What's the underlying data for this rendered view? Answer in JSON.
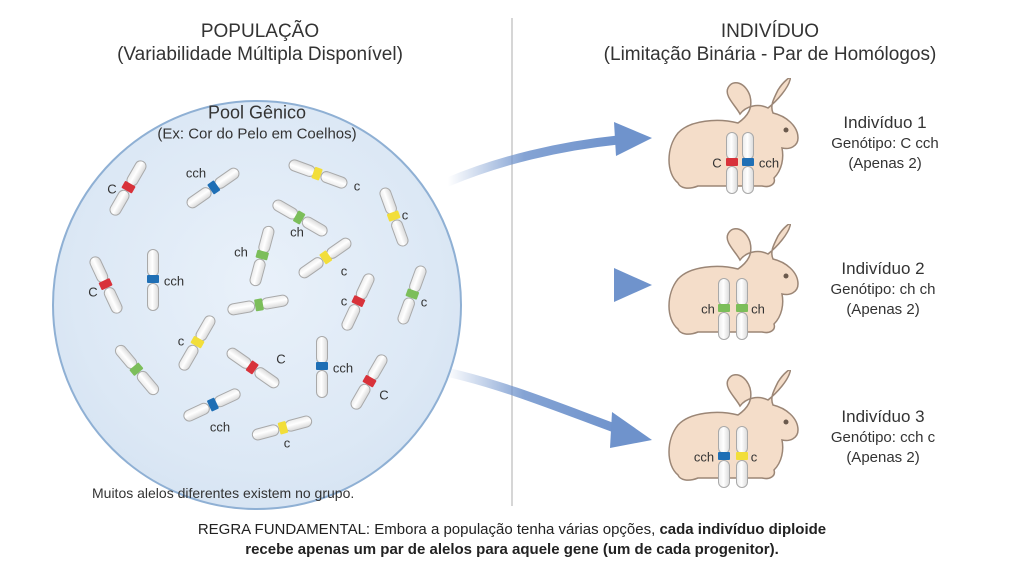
{
  "left_header": {
    "title": "POPULAÇÃO",
    "subtitle": "(Variabilidade Múltipla Disponível)"
  },
  "right_header": {
    "title": "INDIVÍDUO",
    "subtitle": "(Limitação Binária - Par de Homólogos)"
  },
  "pool": {
    "title": "Pool Gênico",
    "subtitle": "(Ex: Cor do Pelo em Coelhos)",
    "note": "Muitos alelos diferentes existem no grupo."
  },
  "colors": {
    "C": "#d8323a",
    "cch": "#1f6fb5",
    "ch": "#7cbe5a",
    "c": "#f2de3a",
    "rabbit_fill": "#f4ddc9",
    "rabbit_stroke": "#9b8676",
    "circle_stroke": "#8fb0d4",
    "arrow": "#6f93cc"
  },
  "pool_chromosomes": [
    {
      "allele": "C",
      "label": "C"
    },
    {
      "allele": "cch",
      "label": "cch"
    },
    {
      "allele": "c",
      "label": "c"
    },
    {
      "allele": "c",
      "label": "c"
    },
    {
      "allele": "ch",
      "label": "ch"
    },
    {
      "allele": "ch",
      "label": "ch"
    },
    {
      "allele": "c",
      "label": "c"
    },
    {
      "allele": "C",
      "label": "C"
    },
    {
      "allele": "cch",
      "label": "cch"
    },
    {
      "allele": "ch",
      "label": ""
    },
    {
      "allele": "C",
      "label": "c"
    },
    {
      "allele": "ch",
      "label": "c"
    },
    {
      "allele": "c",
      "label": "c"
    },
    {
      "allele": "ch",
      "label": ""
    },
    {
      "allele": "C",
      "label": "C"
    },
    {
      "allele": "cch",
      "label": "cch"
    },
    {
      "allele": "C",
      "label": "C"
    },
    {
      "allele": "cch",
      "label": "cch"
    },
    {
      "allele": "c",
      "label": "c"
    }
  ],
  "individuals": [
    {
      "name": "Indivíduo 1",
      "genotype": "Genótipo: C cch",
      "note": "(Apenas 2)",
      "left": {
        "allele": "C",
        "label": "C"
      },
      "right": {
        "allele": "cch",
        "label": "cch"
      }
    },
    {
      "name": "Indivíduo 2",
      "genotype": "Genótipo: ch ch",
      "note": "(Apenas 2)",
      "left": {
        "allele": "ch",
        "label": "ch"
      },
      "right": {
        "allele": "ch",
        "label": "ch"
      }
    },
    {
      "name": "Indivíduo 3",
      "genotype": "Genótipo: cch c",
      "note": "(Apenas 2)",
      "left": {
        "allele": "cch",
        "label": "cch"
      },
      "right": {
        "allele": "c",
        "label": "c"
      }
    }
  ],
  "footer": {
    "prefix": "REGRA FUNDAMENTAL: Embora a população tenha várias opções,",
    "bold_1": "cada indivíduo diploide",
    "bold_2": "recebe apenas um par de alelos para aquele gene (um de cada progenitor)."
  }
}
